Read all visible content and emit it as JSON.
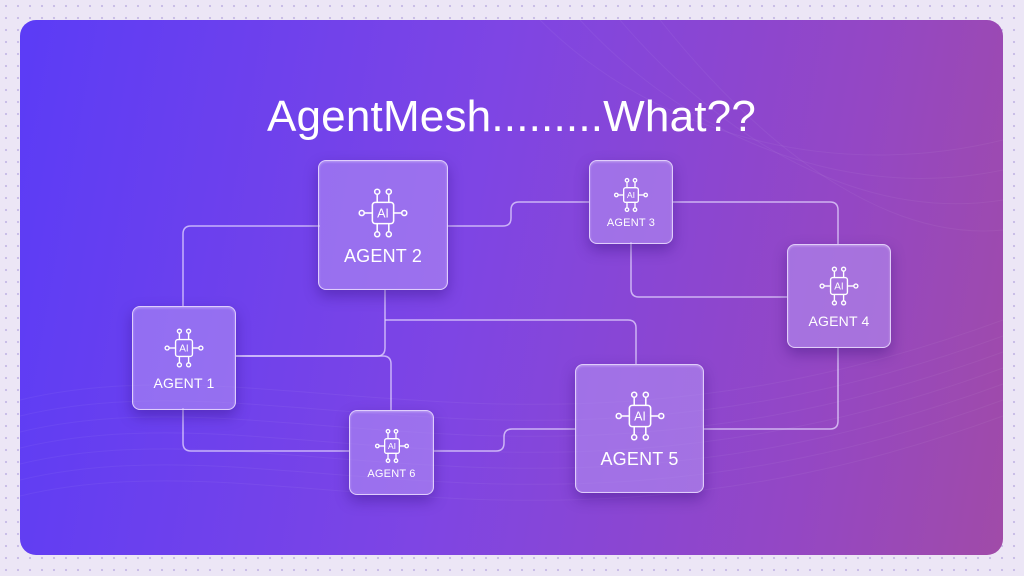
{
  "title": "AgentMesh.........What??",
  "chip_text": "AI",
  "colors": {
    "gradient_start": "#5b3cf6",
    "gradient_end": "#a04ba8",
    "node_fill": "#b696f4",
    "line": "#e6d8ff"
  },
  "agents": [
    {
      "id": "agent-1",
      "label": "AGENT 1",
      "icon": "ai-chip-icon"
    },
    {
      "id": "agent-2",
      "label": "AGENT 2",
      "icon": "ai-chip-icon"
    },
    {
      "id": "agent-3",
      "label": "AGENT 3",
      "icon": "ai-chip-icon"
    },
    {
      "id": "agent-4",
      "label": "AGENT 4",
      "icon": "ai-chip-icon"
    },
    {
      "id": "agent-5",
      "label": "AGENT 5",
      "icon": "ai-chip-icon"
    },
    {
      "id": "agent-6",
      "label": "AGENT 6",
      "icon": "ai-chip-icon"
    }
  ],
  "connections": [
    {
      "from": "agent-1",
      "to": "agent-2"
    },
    {
      "from": "agent-1",
      "to": "agent-6"
    },
    {
      "from": "agent-1",
      "to": "agent-6"
    },
    {
      "from": "agent-2",
      "to": "agent-3"
    },
    {
      "from": "agent-2",
      "to": "agent-1"
    },
    {
      "from": "agent-2",
      "to": "agent-5"
    },
    {
      "from": "agent-3",
      "to": "agent-4"
    },
    {
      "from": "agent-3",
      "to": "agent-4"
    },
    {
      "from": "agent-4",
      "to": "agent-5"
    },
    {
      "from": "agent-6",
      "to": "agent-5"
    }
  ]
}
